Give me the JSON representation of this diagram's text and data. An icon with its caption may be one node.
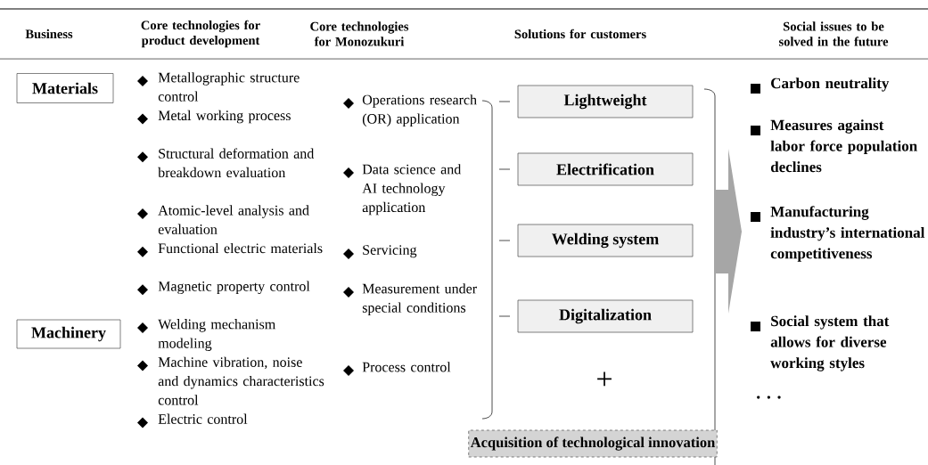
{
  "diagram": {
    "nodes": [
      {
        "text": [
          "Materials"
        ]
      },
      {
        "text": [
          "Machinery"
        ]
      },
      {
        "text": [
          "Lightweight"
        ]
      },
      {
        "text": [
          "Electrification"
        ]
      },
      {
        "text": [
          "Welding system"
        ]
      },
      {
        "text": [
          "Digitalization"
        ]
      },
      {
        "text": [
          "Acquisition of technological innovation"
        ]
      }
    ],
    "labels": [
      "Business",
      "Core technologies for product development",
      "Core technologies for Monozukuri",
      "Solutions for customers",
      "Social issues to be solved in the future",
      "Metallographic structure control",
      "Metal working process",
      "Structural deformation and breakdown evaluation",
      "Atomic-level analysis and evaluation",
      "Functional electric materials",
      "Magnetic property control",
      "Welding mechanism modeling",
      "Machine vibration, noise and dynamics characteristics control",
      "Electric control",
      "Operations research (OR) application",
      "Data science and AI technology application",
      "Servicing",
      "Measurement under special conditions",
      "Process control",
      "+",
      "Carbon neutrality",
      "Measures against labor force population declines",
      "Manufacturing industry’s international competitiveness",
      "Social system that allows for diverse working styles",
      ". . ."
    ]
  }
}
